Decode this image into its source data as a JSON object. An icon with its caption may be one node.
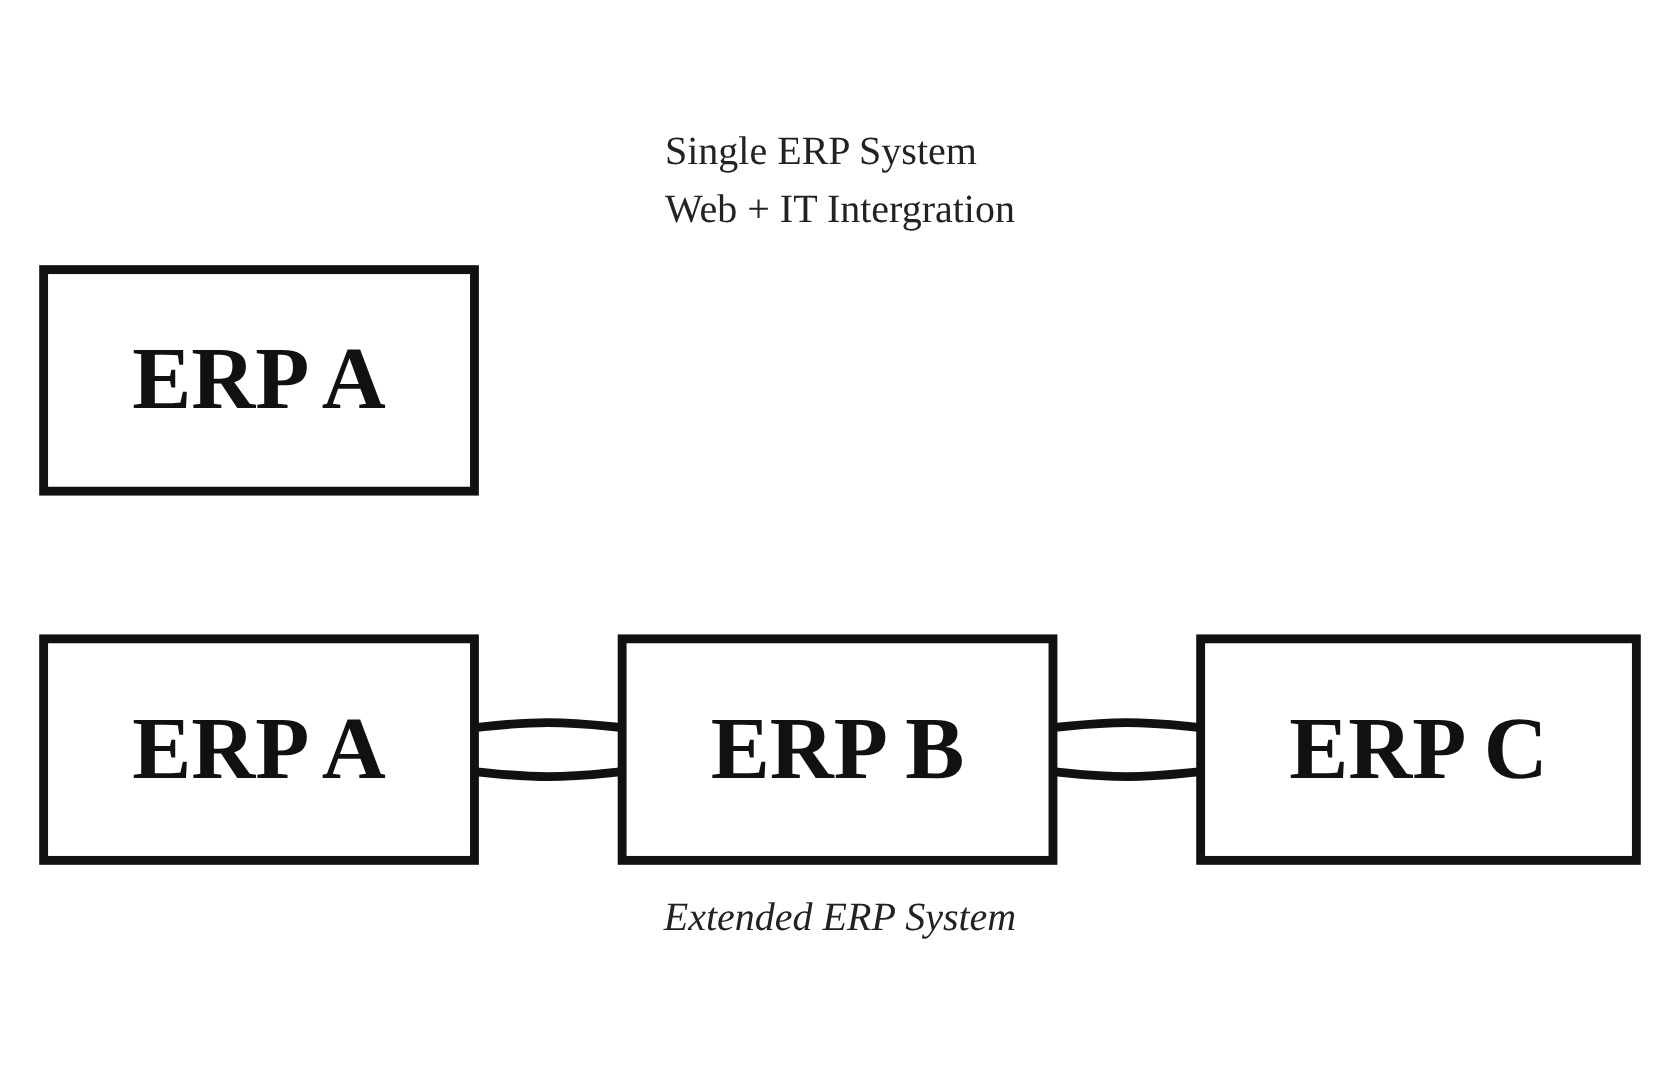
{
  "diagram": {
    "caption": "Extended ERP System",
    "nodes": [
      {
        "text": [
          "ERP A"
        ]
      },
      {
        "text": [
          "ERP A"
        ]
      },
      {
        "text": [
          "ERP B"
        ]
      },
      {
        "text": [
          "ERP C"
        ]
      }
    ],
    "edges": [
      {
        "from": 1,
        "to": 2,
        "arrow": "none"
      },
      {
        "from": 2,
        "to": 3,
        "arrow": "none"
      },
      {
        "from": 1,
        "to": 2,
        "arrow": "none"
      },
      {
        "from": 2,
        "to": 3,
        "arrow": "none"
      }
    ],
    "labels": [
      "Single ERP System",
      "Web + IT Intergration"
    ]
  }
}
